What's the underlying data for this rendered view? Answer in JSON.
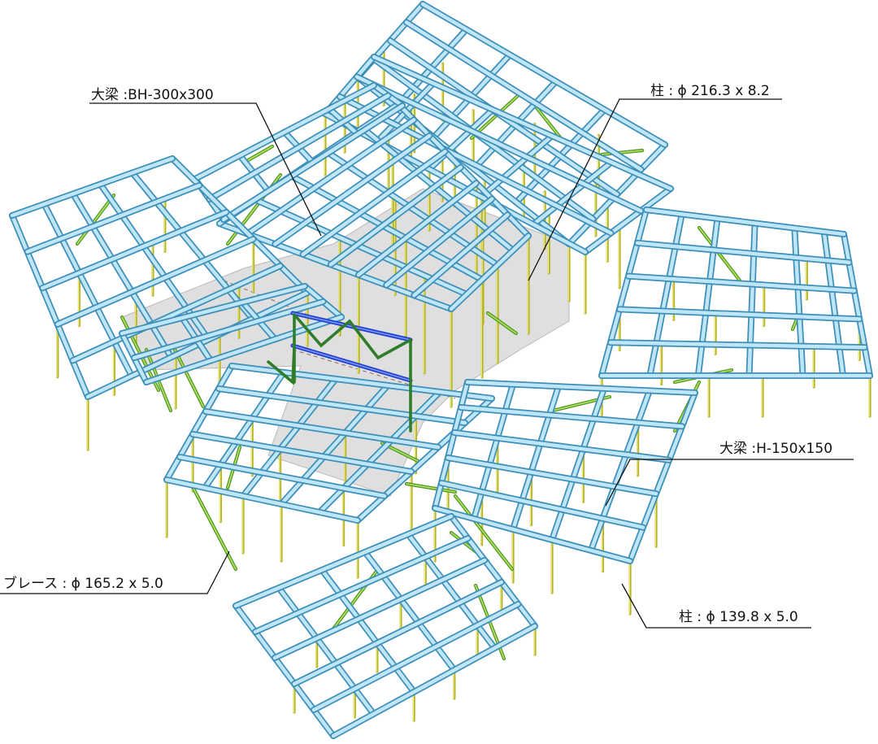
{
  "labels": {
    "main_beam_top": "大梁 :BH-300x300",
    "column_top": "柱 : ϕ 216.3 x 8.2",
    "main_beam_right": "大梁 :H-150x150",
    "brace": "ブレース : ϕ 165.2 x 5.0",
    "column_bottom": "柱 : ϕ 139.8 x 5.0"
  },
  "colors": {
    "beam_outer": "#3e8fb8",
    "beam_inner": "#bfe6f7",
    "column": "#b7b427",
    "brace": "#4f9a1e",
    "blue_beam": "#1f3fcf",
    "slab": "#d9d9d9"
  },
  "legend_icons": [
    "leader-line"
  ]
}
